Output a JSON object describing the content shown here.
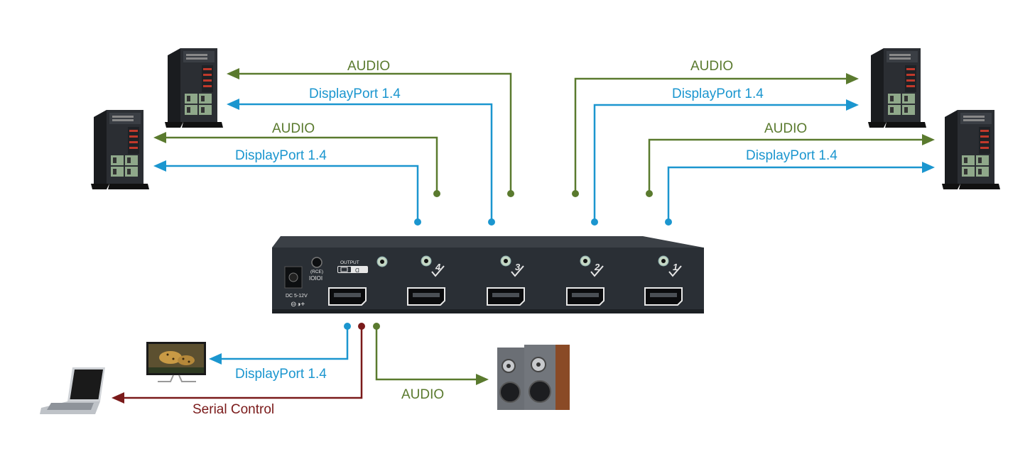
{
  "colors": {
    "audio": "#5a7a2e",
    "displayport": "#1b96cf",
    "serial": "#7a1a1a",
    "device_body": "#2e3338",
    "device_front": "#252a2f"
  },
  "labels": {
    "audio": "AUDIO",
    "displayport": "DisplayPort 1.4",
    "serial": "Serial Control"
  },
  "device": {
    "output_label": "OUTPUT",
    "power_label": "DC 5-12V",
    "serial_label": "(RCE)",
    "serial_glyph": "IOIOI",
    "port_numbers": [
      "4",
      "3",
      "2",
      "1"
    ]
  },
  "icons": {
    "computer": "tower-pc-icon",
    "monitor": "monitor-icon",
    "laptop": "laptop-icon",
    "speaker": "speaker-icon",
    "check": "check-icon"
  }
}
